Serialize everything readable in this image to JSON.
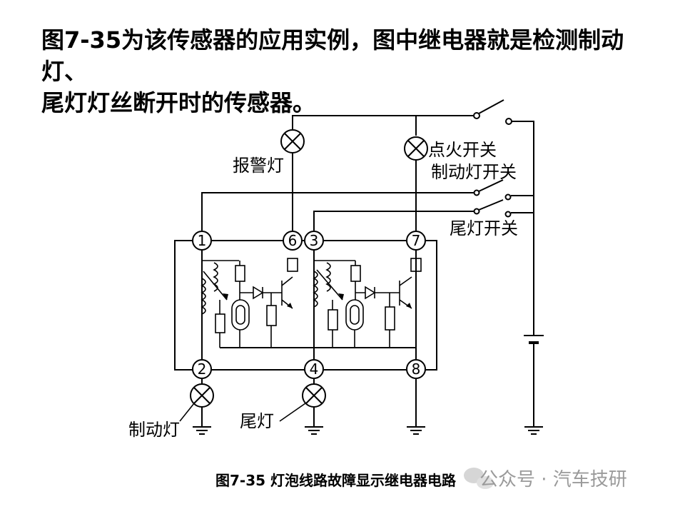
{
  "heading": {
    "line1": "图7-35为该传感器的应用实例，图中继电器就是检测制动灯、",
    "line2": "尾灯灯丝断开时的传感器。"
  },
  "diagram": {
    "labels": {
      "alarm_lamp": "报警灯",
      "ignition_switch": "点火开关",
      "brake_switch": "制动灯开关",
      "tail_switch": "尾灯开关",
      "brake_lamp": "制动灯",
      "tail_lamp": "尾灯"
    },
    "terminals": [
      "1",
      "2",
      "3",
      "4",
      "6",
      "7",
      "8"
    ],
    "caption": "图7-35  灯泡线路故障显示继电器电路"
  },
  "watermark": {
    "icon": "wechat-icon",
    "text": "公众号 · 汽车技研"
  }
}
